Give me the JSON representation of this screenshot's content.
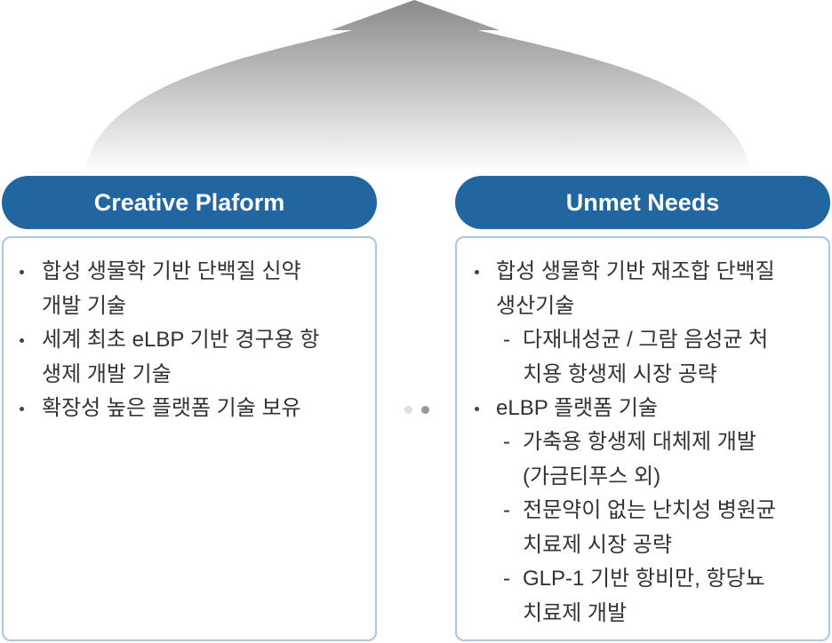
{
  "arrow": {
    "gradient_top": "#8a8a8a",
    "gradient_bottom": "#ffffff"
  },
  "left": {
    "title": "Creative Plaform",
    "items": [
      {
        "lines": [
          "합성 생물학 기반 단백질 신약",
          "개발 기술"
        ]
      },
      {
        "lines": [
          "세계 최초 eLBP 기반 경구용 항",
          "생제 개발 기술"
        ]
      },
      {
        "lines": [
          "확장성 높은 플랫폼 기술 보유"
        ]
      }
    ]
  },
  "right": {
    "title": "Unmet Needs",
    "items": [
      {
        "type": "bullet",
        "lines": [
          "합성 생물학 기반 재조합 단백질",
          "생산기술"
        ]
      },
      {
        "type": "dash",
        "lines": [
          "다재내성균 / 그람 음성균 처",
          "치용 항생제 시장 공략"
        ]
      },
      {
        "type": "bullet",
        "lines": [
          "eLBP 플랫폼 기술"
        ]
      },
      {
        "type": "dash",
        "lines": [
          "가축용 항생제 대체제 개발",
          "(가금티푸스 외)"
        ]
      },
      {
        "type": "dash",
        "lines": [
          "전문약이 없는 난치성 병원균",
          "치료제 시장 공략"
        ]
      },
      {
        "type": "dash",
        "lines": [
          "GLP-1 기반 항비만, 항당뇨",
          "치료제 개발"
        ]
      }
    ]
  },
  "dash_symbol": "-",
  "colors": {
    "pill": "#2266a1",
    "border": "#a9c6e2",
    "text": "#333333"
  }
}
